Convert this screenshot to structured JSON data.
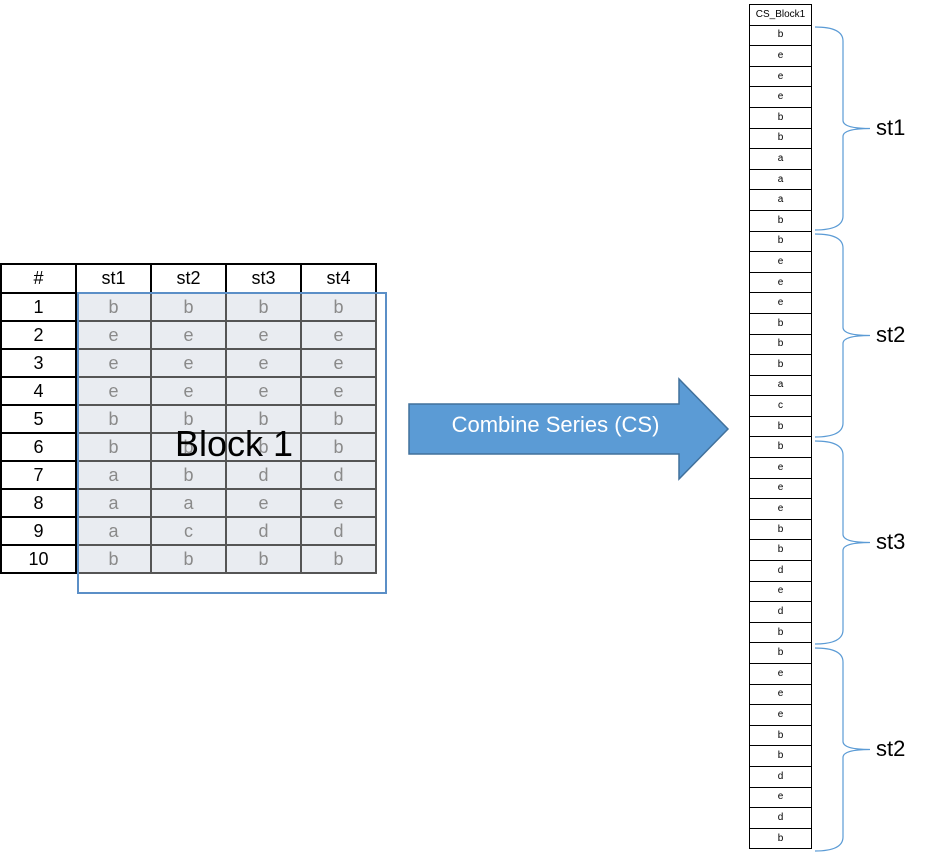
{
  "left_table": {
    "headers": [
      "#",
      "st1",
      "st2",
      "st3",
      "st4"
    ],
    "rows": [
      {
        "n": "1",
        "cells": [
          "b",
          "b",
          "b",
          "b"
        ]
      },
      {
        "n": "2",
        "cells": [
          "e",
          "e",
          "e",
          "e"
        ]
      },
      {
        "n": "3",
        "cells": [
          "e",
          "e",
          "e",
          "e"
        ]
      },
      {
        "n": "4",
        "cells": [
          "e",
          "e",
          "e",
          "e"
        ]
      },
      {
        "n": "5",
        "cells": [
          "b",
          "b",
          "b",
          "b"
        ]
      },
      {
        "n": "6",
        "cells": [
          "b",
          "b",
          "b",
          "b"
        ]
      },
      {
        "n": "7",
        "cells": [
          "a",
          "b",
          "d",
          "d"
        ]
      },
      {
        "n": "8",
        "cells": [
          "a",
          "a",
          "e",
          "e"
        ]
      },
      {
        "n": "9",
        "cells": [
          "a",
          "c",
          "d",
          "d"
        ]
      },
      {
        "n": "10",
        "cells": [
          "b",
          "b",
          "b",
          "b"
        ]
      }
    ],
    "block_label": "Block 1"
  },
  "arrow": {
    "label": "Combine Series (CS)",
    "fill_color": "#5b9bd5",
    "stroke_color": "#41719c"
  },
  "cs_column": {
    "header": "CS_Block1",
    "values": [
      "b",
      "e",
      "e",
      "e",
      "b",
      "b",
      "a",
      "a",
      "a",
      "b",
      "b",
      "e",
      "e",
      "e",
      "b",
      "b",
      "b",
      "a",
      "c",
      "b",
      "b",
      "e",
      "e",
      "e",
      "b",
      "b",
      "d",
      "e",
      "d",
      "b",
      "b",
      "e",
      "e",
      "e",
      "b",
      "b",
      "d",
      "e",
      "d",
      "b"
    ],
    "groups": [
      "st1",
      "st2",
      "st3",
      "st2"
    ],
    "brace_color": "#5b9bd5"
  }
}
